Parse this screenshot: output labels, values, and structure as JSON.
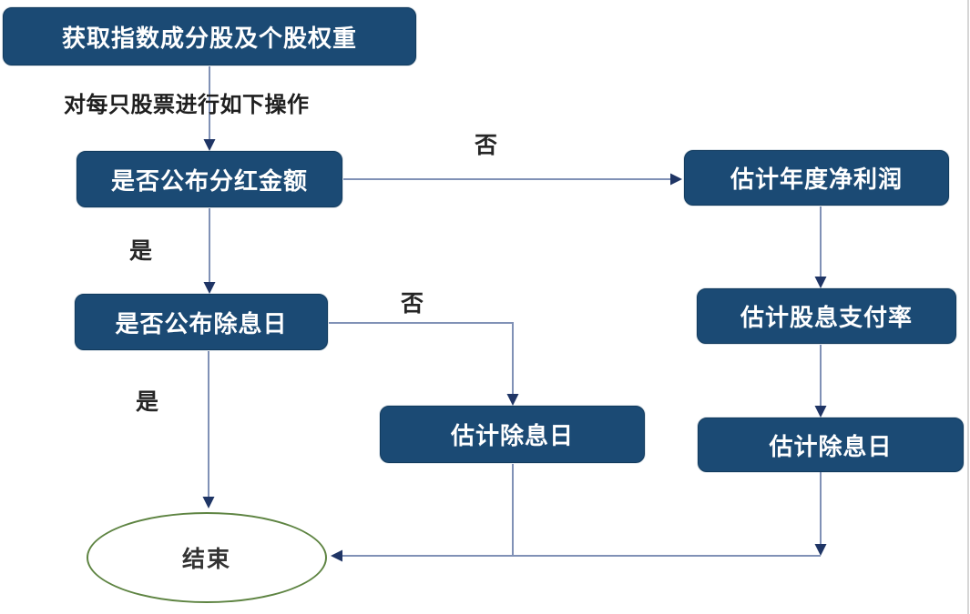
{
  "diagram": {
    "nodes": {
      "start": "获取指数成分股及个股权重",
      "decision_dividend": "是否公布分红金额",
      "decision_exdate": "是否公布除息日",
      "estimate_exdate_mid": "估计除息日",
      "estimate_profit": "估计年度净利润",
      "estimate_payout": "估计股息支付率",
      "estimate_exdate_right": "估计除息日",
      "end": "结束"
    },
    "labels": {
      "loop_note": "对每只股票进行如下操作",
      "yes_1": "是",
      "no_1": "否",
      "yes_2": "是",
      "no_2": "否"
    },
    "colors": {
      "node_fill": "#1B4A74",
      "node_text": "#FFFFFF",
      "connector_line": "#8091B6",
      "arrowhead": "#1F3565",
      "terminator_border": "#5E8442",
      "label_text": "#262626"
    }
  }
}
